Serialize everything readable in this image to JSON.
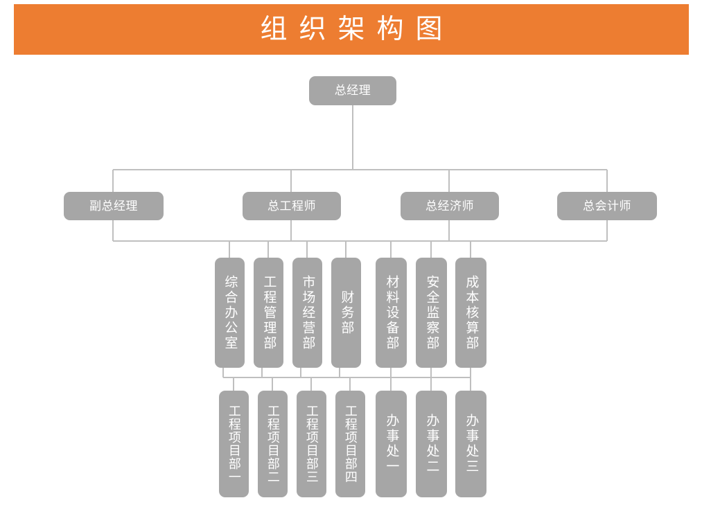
{
  "title": {
    "text": "组织架构图",
    "banner_color": "#ED7D31",
    "text_color": "#FFFFFF"
  },
  "theme": {
    "node_color": "#A6A6A6",
    "node_text_color": "#FFFFFF",
    "connector_color": "#BFBFBF",
    "background": "#FFFFFF"
  },
  "chart_data": {
    "type": "diagram",
    "diagram_kind": "organization-chart",
    "title": "组织架构图",
    "levels": [
      {
        "level": 1,
        "nodes": [
          {
            "id": "gm",
            "label": "总经理",
            "orientation": "horizontal"
          }
        ]
      },
      {
        "level": 2,
        "nodes": [
          {
            "id": "dgm",
            "label": "副总经理",
            "orientation": "horizontal",
            "parent": "gm"
          },
          {
            "id": "ce",
            "label": "总工程师",
            "orientation": "horizontal",
            "parent": "gm"
          },
          {
            "id": "cec",
            "label": "总经济师",
            "orientation": "horizontal",
            "parent": "gm"
          },
          {
            "id": "cac",
            "label": "总会计师",
            "orientation": "horizontal",
            "parent": "gm"
          }
        ]
      },
      {
        "level": 3,
        "nodes": [
          {
            "id": "d1",
            "label": "综合办公室",
            "orientation": "vertical"
          },
          {
            "id": "d2",
            "label": "工程管理部",
            "orientation": "vertical"
          },
          {
            "id": "d3",
            "label": "市场经营部",
            "orientation": "vertical"
          },
          {
            "id": "d4",
            "label": "财务部",
            "orientation": "vertical"
          },
          {
            "id": "d5",
            "label": "材料设备部",
            "orientation": "vertical"
          },
          {
            "id": "d6",
            "label": "安全监察部",
            "orientation": "vertical"
          },
          {
            "id": "d7",
            "label": "成本核算部",
            "orientation": "vertical"
          }
        ]
      },
      {
        "level": 4,
        "nodes": [
          {
            "id": "p1",
            "label": "工程项目部一",
            "orientation": "vertical"
          },
          {
            "id": "p2",
            "label": "工程项目部二",
            "orientation": "vertical"
          },
          {
            "id": "p3",
            "label": "工程项目部三",
            "orientation": "vertical"
          },
          {
            "id": "p4",
            "label": "工程项目部四",
            "orientation": "vertical"
          },
          {
            "id": "o1",
            "label": "办事处一",
            "orientation": "vertical"
          },
          {
            "id": "o2",
            "label": "办事处二",
            "orientation": "vertical"
          },
          {
            "id": "o3",
            "label": "办事处三",
            "orientation": "vertical"
          }
        ]
      }
    ]
  },
  "nodes": {
    "gm": "总经理",
    "dgm": "副总经理",
    "ce": "总工程师",
    "cec": "总经济师",
    "cac": "总会计师",
    "d1": "综合办公室",
    "d2": "工程管理部",
    "d3": "市场经营部",
    "d4": "财务部",
    "d5": "材料设备部",
    "d6": "安全监察部",
    "d7": "成本核算部",
    "p1": "工程项目部一",
    "p2": "工程项目部二",
    "p3": "工程项目部三",
    "p4": "工程项目部四",
    "o1": "办事处一",
    "o2": "办事处二",
    "o3": "办事处三"
  }
}
